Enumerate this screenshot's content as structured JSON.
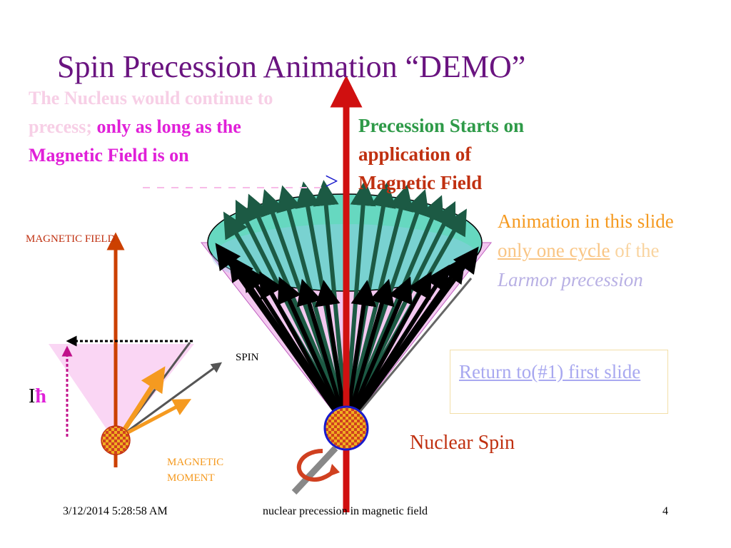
{
  "slide": {
    "title": "Spin Precession Animation “DEMO”",
    "left_note": {
      "faint": "The Nucleus would continue to precess;",
      "strong": "only as long as the Magnetic Field is on"
    },
    "precession_note": {
      "part1": "Precession Starts on",
      "part2": "application of Magnetic Field"
    },
    "arrow_glyph": ">",
    "animation_note": {
      "a1": "Animation in this slide",
      "a2": "only one cycle",
      "a3": "of the",
      "a4": "Larmor precession"
    },
    "return_link": "Return to(#1) first slide",
    "nuclear_spin_label": "Nuclear Spin",
    "magnetic_field_label": "MAGNETIC FIELD",
    "spin_label": "SPIN",
    "magnetic_moment_label": "MAGNETIC MOMENT",
    "ih_label": {
      "i": "I",
      "h": "ħ"
    }
  },
  "footer": {
    "date": "3/12/2014 5:28:58 AM",
    "center": "nuclear precession in magnetic field",
    "slide_number": "4"
  },
  "colors": {
    "title": "#6a1480",
    "field_axis": "#d01010",
    "cone_fill": "#f3c8f0",
    "ellipse_fill": "#66d8c0",
    "nucleus": "#f0b020",
    "orange_arrow": "#f59a20"
  }
}
